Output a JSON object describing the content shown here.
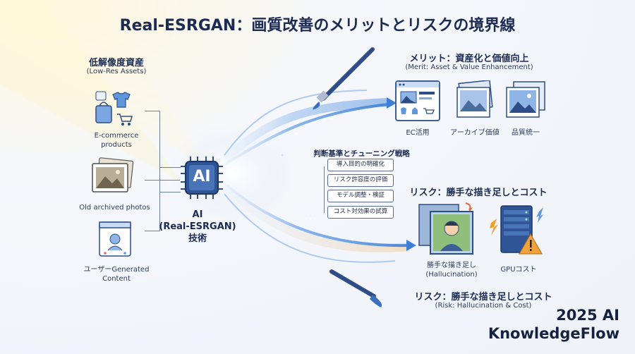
{
  "title": "Real-ESRGAN：画質改善のメリットとリスクの境界線",
  "left": {
    "header": "低解像度資産",
    "header_sub": "(Low-Res Assets)",
    "items": [
      {
        "label_line1": "E-commerce",
        "label_line2": "products"
      },
      {
        "label_line1": "Old archived photos",
        "label_line2": ""
      },
      {
        "label_line1": "ユーザーGenerated",
        "label_line2": "Content"
      }
    ]
  },
  "center": {
    "chip_text": "AI",
    "label_line1": "AI",
    "label_line2": "(Real-ESRGAN)",
    "label_line3": "技術"
  },
  "merit": {
    "header": "メリット：資産化と価値向上",
    "header_sub": "(Merit: Asset & Value Enhancement)",
    "items": [
      "EC活用",
      "アーカイブ価値",
      "品質統一"
    ]
  },
  "criteria": {
    "header": "判断基準とチューニング戦略",
    "steps": [
      "導入目的の明確化",
      "リスク許容度の評価",
      "モデル調整・検証",
      "コスト対効果の試算"
    ]
  },
  "risk": {
    "header": "リスク：勝手な描き足しとコスト",
    "items": [
      {
        "label_line1": "勝手な描き足し",
        "label_line2": "(Hallucination)"
      },
      {
        "label_line1": "GPUコスト",
        "label_line2": ""
      }
    ],
    "footer": "リスク：勝手な描き足しとコスト",
    "footer_sub": "(Risk: Hallucination & Cost)"
  },
  "brand": {
    "line1": "2025 AI",
    "line2": "KnowledgeFlow"
  },
  "colors": {
    "navy": "#1c2b52",
    "flow_blue": "#3d7fd6",
    "warning_orange": "#e88a1a"
  }
}
